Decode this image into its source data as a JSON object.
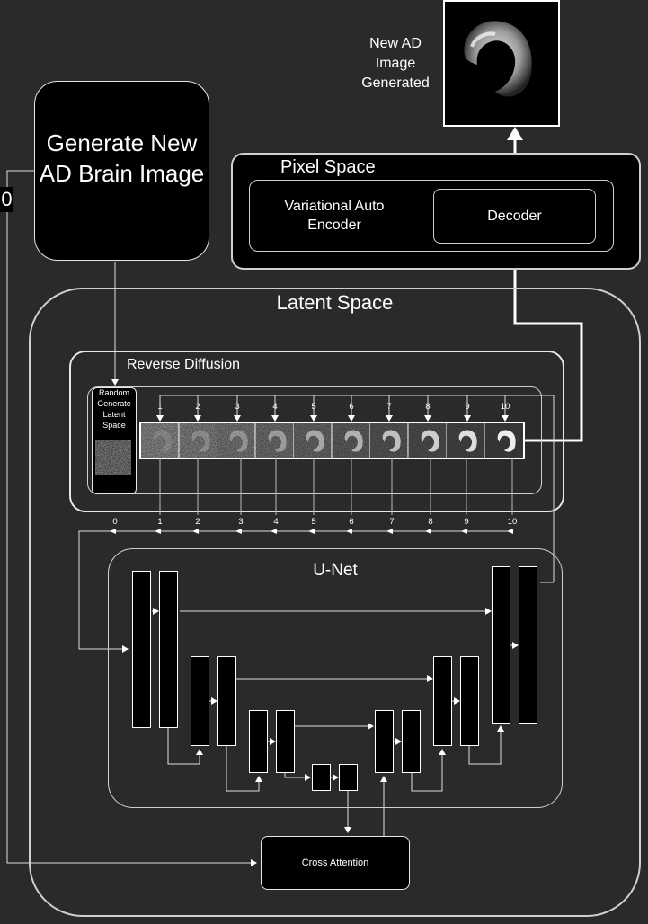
{
  "generate": {
    "label": "Generate New AD Brain Image"
  },
  "side_zero": "0",
  "output": {
    "label": "New AD Image Generated"
  },
  "pixel_space": {
    "title": "Pixel Space",
    "vae_label": "Variational Auto Encoder",
    "decoder_label": "Decoder"
  },
  "latent_space": {
    "title": "Latent Space"
  },
  "reverse_diffusion": {
    "title": "Reverse Diffusion",
    "random_label": "Random Generate Latent Space",
    "top_steps": [
      "1",
      "2",
      "3",
      "4",
      "5",
      "6",
      "7",
      "8",
      "9",
      "10"
    ],
    "bottom_steps": [
      "0",
      "1",
      "2",
      "3",
      "4",
      "5",
      "6",
      "7",
      "8",
      "9",
      "10"
    ]
  },
  "unet": {
    "title": "U-Net"
  },
  "cross_attention": {
    "label": "Cross Attention"
  }
}
